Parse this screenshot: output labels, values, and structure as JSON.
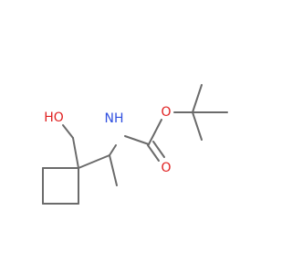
{
  "molecule": {
    "atom_labels": {
      "hydroxyl": "HO",
      "nitrogen": "NH",
      "ester_oxygen": "O",
      "carbonyl_oxygen": "O"
    },
    "colors": {
      "bond": "#6b6b6b",
      "oxygen": "#e02020",
      "nitrogen": "#3050e0",
      "background": "#ffffff"
    }
  }
}
